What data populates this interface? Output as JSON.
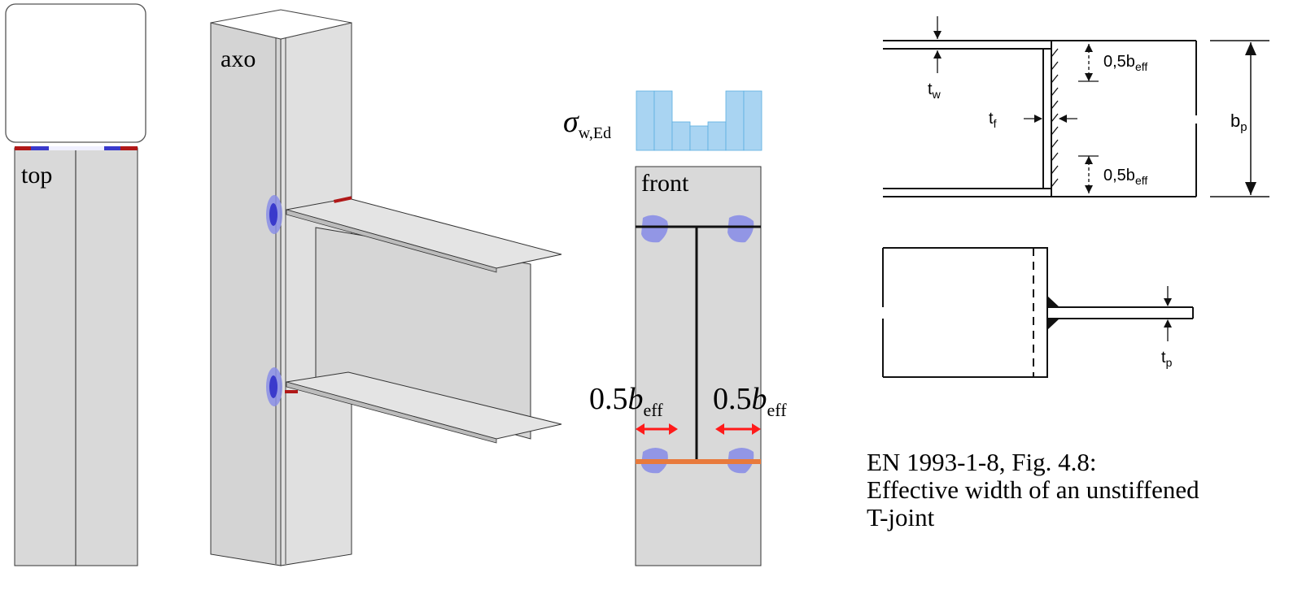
{
  "views": {
    "top_label": "top",
    "axo_label": "axo",
    "front_label": "front"
  },
  "stress": {
    "symbol": "σ",
    "subscript": "w,Ed"
  },
  "effective_width": {
    "prefix": "0.5",
    "symbol": "b",
    "subscript": "eff"
  },
  "standard_figure": {
    "dim_tw": "t",
    "dim_tw_sub": "w",
    "dim_tf": "t",
    "dim_tf_sub": "f",
    "dim_beff_top": "0,5b",
    "dim_beff_top_sub": "eff",
    "dim_beff_bottom": "0,5b",
    "dim_beff_bottom_sub": "eff",
    "dim_bp": "b",
    "dim_bp_sub": "p",
    "dim_tp": "t",
    "dim_tp_sub": "p"
  },
  "caption": {
    "line1": "EN 1993-1-8, Fig. 4.8:",
    "line2": "Effective width of an unstiffened",
    "line3": "T-joint"
  },
  "colors": {
    "steel_face": "#d9d9d9",
    "stress_fill": "#a9d4f2",
    "stress_stroke": "#5aaee0",
    "contour_blue": "#8a8ee6",
    "contour_dark": "#3a3acc",
    "arrow_red": "#ff1a1a",
    "weld_orange": "#e87a3c",
    "edge_red": "#b01818"
  }
}
